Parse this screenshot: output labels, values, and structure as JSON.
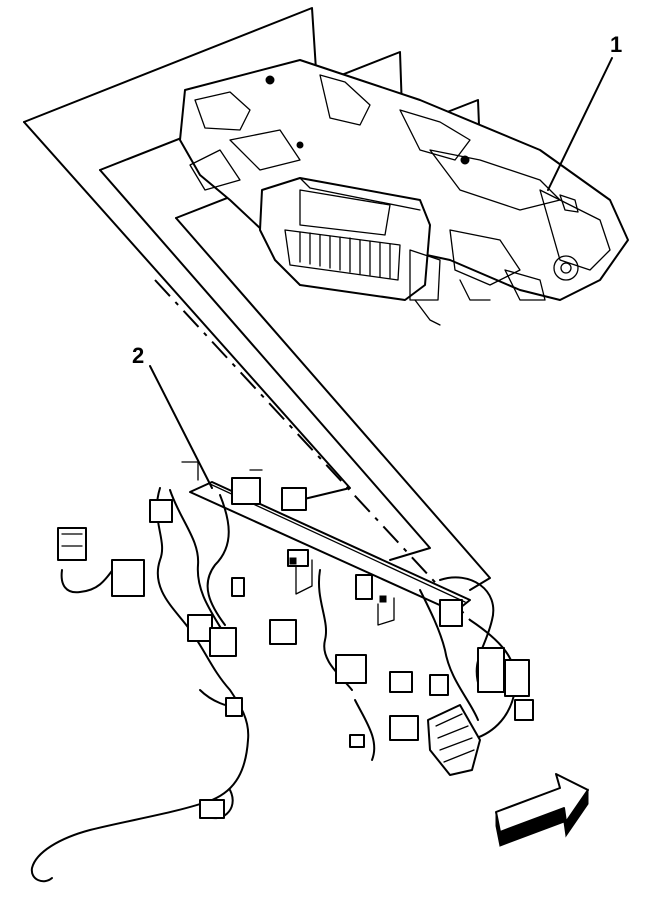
{
  "callouts": [
    {
      "id": "1",
      "label": "1",
      "part": "instrument-panel-carrier"
    },
    {
      "id": "2",
      "label": "2",
      "part": "instrument-panel-wiring-harness"
    }
  ],
  "icons": {
    "direction_arrow": "forward-arrow-icon"
  }
}
